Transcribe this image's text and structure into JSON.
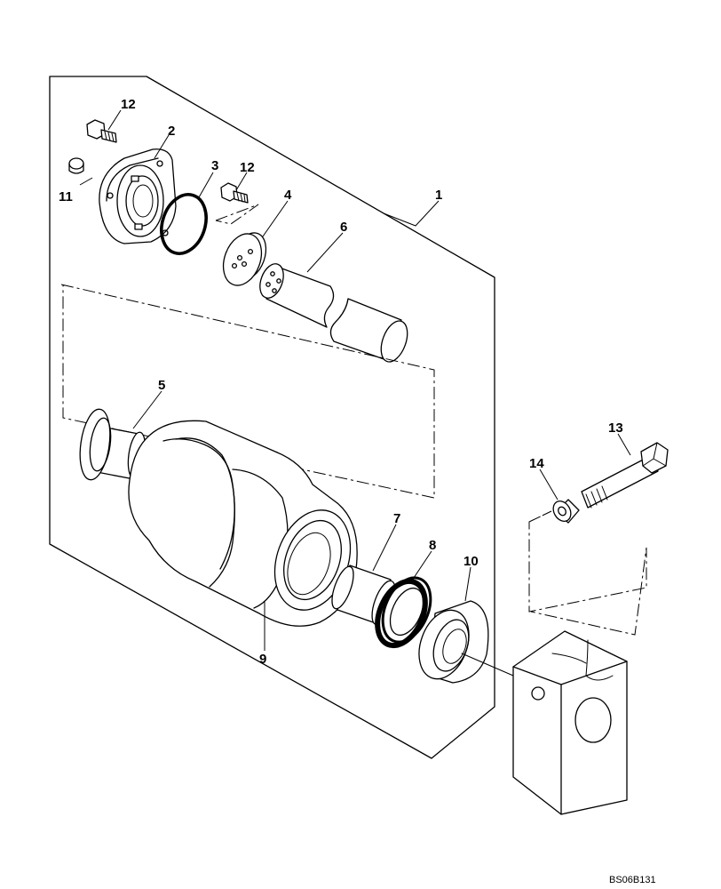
{
  "callouts": {
    "c1": "1",
    "c2": "2",
    "c3": "3",
    "c4": "4",
    "c5": "5",
    "c6": "6",
    "c7": "7",
    "c8": "8",
    "c9": "9",
    "c10": "10",
    "c11": "11",
    "c12a": "12",
    "c12b": "12",
    "c13": "13",
    "c14": "14"
  },
  "figure_code": "BS06B131"
}
